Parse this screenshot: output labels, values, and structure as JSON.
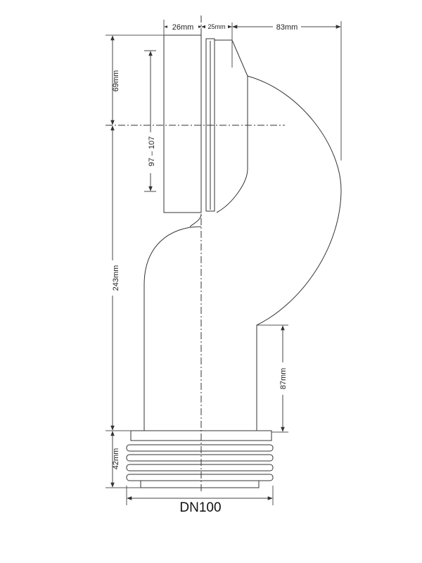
{
  "drawing": {
    "product_label": "DN100",
    "dimensions": {
      "collar_width": "26mm",
      "seal_width": "25mm",
      "bend_depth": "83mm",
      "top_offset": "69mm",
      "inlet_range": "97 – 107",
      "vertical_length": "243mm",
      "outlet_straight": "87mm",
      "ribbed_end": "42mm"
    }
  }
}
